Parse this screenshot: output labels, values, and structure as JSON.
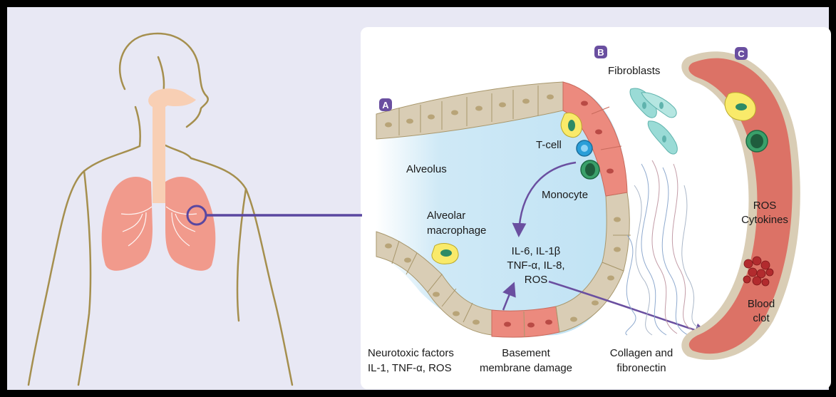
{
  "badges": {
    "a": "A",
    "b": "B",
    "c": "C"
  },
  "labels": {
    "fibroblasts": "Fibroblasts",
    "t_cell": "T-cell",
    "alveolus": "Alveolus",
    "monocyte": "Monocyte",
    "alveolar_macrophage_1": "Alveolar",
    "alveolar_macrophage_2": "macrophage",
    "mediators_1": "IL-6, IL-1β",
    "mediators_2": "TNF-α, IL-8,",
    "mediators_3": "ROS",
    "ros": "ROS",
    "cytokines": "Cytokines",
    "blood_clot_1": "Blood",
    "blood_clot_2": "clot",
    "neurotoxic_1": "Neurotoxic factors",
    "neurotoxic_2": "IL-1, TNF-α, ROS",
    "basement_1": "Basement",
    "basement_2": "membrane damage",
    "collagen_1": "Collagen and",
    "collagen_2": "fibronectin"
  },
  "colors": {
    "frame": "#000000",
    "background": "#e8e8f4",
    "accent_purple": "#6a4fa0",
    "lung": "#f19a8c",
    "alveolus_fill": "#c5e5f5",
    "epithelium": "#d9cdb5",
    "damaged_cell": "#ec8a7e",
    "vessel": "#dc7266"
  }
}
